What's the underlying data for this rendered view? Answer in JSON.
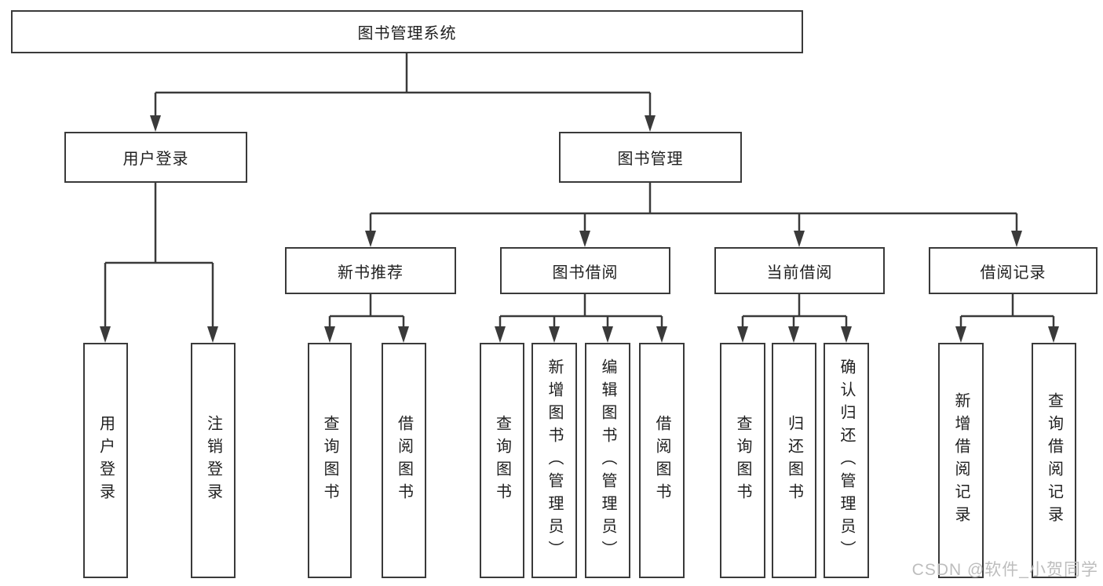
{
  "diagram": {
    "tree": {
      "label": "图书管理系统",
      "children": [
        {
          "label": "用户登录",
          "children": [
            {
              "label": "用户登录"
            },
            {
              "label": "注销登录"
            }
          ]
        },
        {
          "label": "图书管理",
          "children": [
            {
              "label": "新书推荐",
              "children": [
                {
                  "label": "查询图书"
                },
                {
                  "label": "借阅图书"
                }
              ]
            },
            {
              "label": "图书借阅",
              "children": [
                {
                  "label": "查询图书"
                },
                {
                  "label": "新增图书（管理员）"
                },
                {
                  "label": "编辑图书（管理员）"
                },
                {
                  "label": "借阅图书"
                }
              ]
            },
            {
              "label": "当前借阅",
              "children": [
                {
                  "label": "查询图书"
                },
                {
                  "label": "归还图书"
                },
                {
                  "label": "确认归还（管理员）"
                }
              ]
            },
            {
              "label": "借阅记录",
              "children": [
                {
                  "label": "新增借阅记录"
                },
                {
                  "label": "查询借阅记录"
                }
              ]
            }
          ]
        }
      ]
    },
    "watermark": "CSDN @软件_小贺同学",
    "colors": {
      "line": "#3a3a3a",
      "text": "#1f1f1f",
      "watermark": "#bdbdbd",
      "background": "#ffffff"
    }
  }
}
